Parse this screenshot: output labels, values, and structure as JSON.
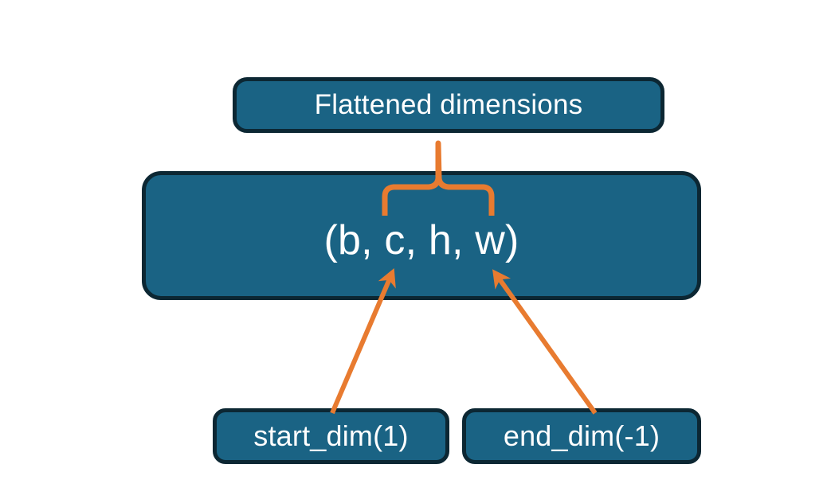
{
  "diagram": {
    "title_node": {
      "label": "Flattened dimensions",
      "name": "flattened-dimensions-box"
    },
    "shape_node": {
      "label": "(b, c, h, w)",
      "name": "tensor-shape-box",
      "dims": [
        "b",
        "c",
        "h",
        "w"
      ]
    },
    "param_nodes": [
      {
        "label": "start_dim(1)",
        "name": "start-dim-box",
        "value": 1
      },
      {
        "label": "end_dim(-1)",
        "name": "end-dim-box",
        "value": -1
      }
    ],
    "annotations": {
      "brace": "curly-brace-spanning-c-h-w",
      "arrow_start_dim": "arrow-from-start-dim-to-c",
      "arrow_end_dim": "arrow-from-end-dim-to-w"
    },
    "colors": {
      "node_fill": "#1a6384",
      "node_border": "#0c2733",
      "node_text": "#ffffff",
      "accent_orange": "#e87b30",
      "background": "#ffffff"
    }
  }
}
